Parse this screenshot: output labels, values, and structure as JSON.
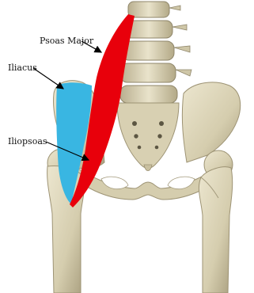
{
  "labels": {
    "psoas_major": "Psoas Major",
    "iliacus": "Iliacus",
    "iliopsoas": "Iliopsoas"
  },
  "colors": {
    "psoas_major": "#e8000b",
    "iliacus": "#39b6e2",
    "bone": "#d9d2b6",
    "bone_shadow": "#a79d7c",
    "leader_line": "#000000"
  }
}
